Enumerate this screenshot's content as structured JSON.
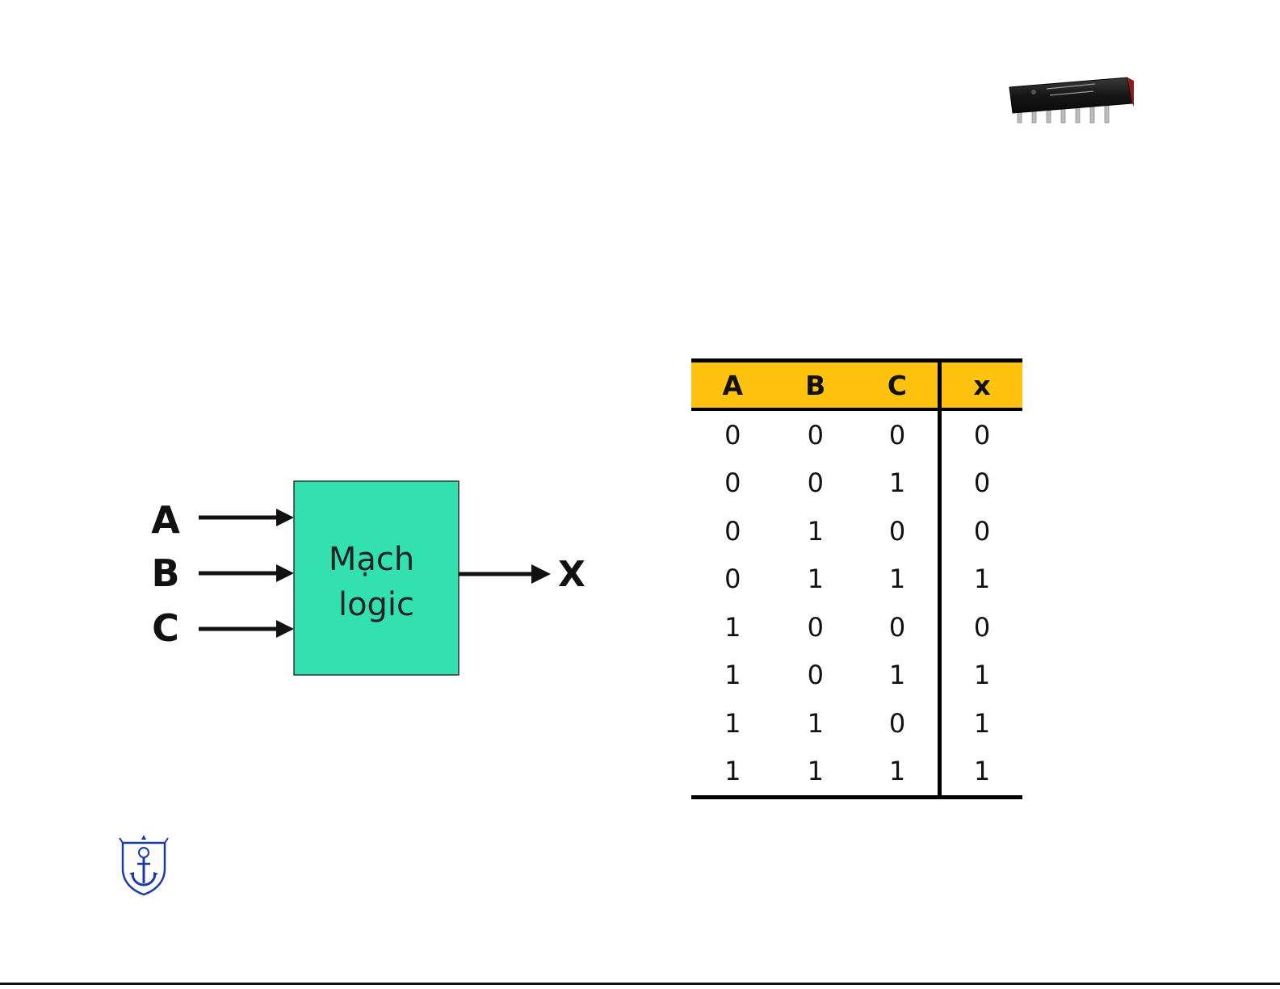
{
  "diagram": {
    "inputs": [
      "A",
      "B",
      "C"
    ],
    "block_text_line1": "Mạch",
    "block_text_line2": "logic",
    "output": "X",
    "block_color": "#33e0b0"
  },
  "truth_table": {
    "header_color": "#ffc20e",
    "headers": [
      "A",
      "B",
      "C",
      "x"
    ],
    "rows": [
      [
        "0",
        "0",
        "0",
        "0"
      ],
      [
        "0",
        "0",
        "1",
        "0"
      ],
      [
        "0",
        "1",
        "0",
        "0"
      ],
      [
        "0",
        "1",
        "1",
        "1"
      ],
      [
        "1",
        "0",
        "0",
        "0"
      ],
      [
        "1",
        "0",
        "1",
        "1"
      ],
      [
        "1",
        "1",
        "0",
        "1"
      ],
      [
        "1",
        "1",
        "1",
        "1"
      ]
    ]
  },
  "images": {
    "chip": "integrated-circuit-chip-photo",
    "logo": "anchor-shield-logo"
  }
}
